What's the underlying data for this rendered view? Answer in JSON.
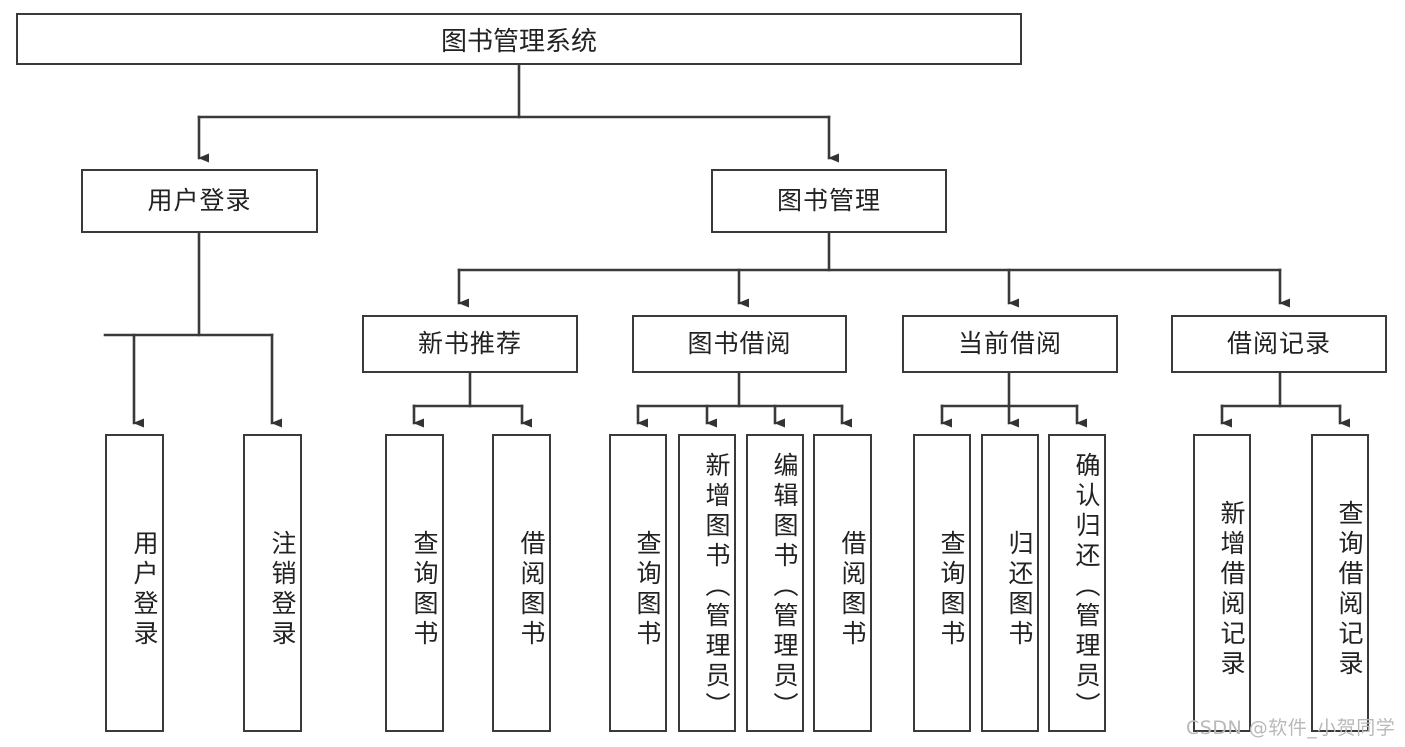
{
  "diagram": {
    "title": "图书管理系统",
    "type": "hierarchy-tree",
    "root": {
      "id": "root",
      "label": "图书管理系统",
      "level": 0
    },
    "level2": [
      {
        "id": "user-login",
        "label": "用户登录",
        "level": 1
      },
      {
        "id": "book-management",
        "label": "图书管理",
        "level": 1
      }
    ],
    "level3": [
      {
        "id": "new-book-recommend",
        "label": "新书推荐",
        "parent": "book-management",
        "level": 2
      },
      {
        "id": "book-borrow",
        "label": "图书借阅",
        "parent": "book-management",
        "level": 2
      },
      {
        "id": "current-borrow",
        "label": "当前借阅",
        "parent": "book-management",
        "level": 2
      },
      {
        "id": "borrow-record",
        "label": "借阅记录",
        "parent": "book-management",
        "level": 2
      }
    ],
    "leaves": [
      {
        "id": "leaf-user-login",
        "label": "用户登录",
        "parent": "user-login",
        "level": 3
      },
      {
        "id": "leaf-user-logout",
        "label": "注销登录",
        "parent": "user-login",
        "level": 3
      },
      {
        "id": "leaf-query-book-1",
        "label": "查询图书",
        "parent": "new-book-recommend",
        "level": 3
      },
      {
        "id": "leaf-borrow-book-1",
        "label": "借阅图书",
        "parent": "new-book-recommend",
        "level": 3
      },
      {
        "id": "leaf-query-book-2",
        "label": "查询图书",
        "parent": "book-borrow",
        "level": 3
      },
      {
        "id": "leaf-add-book",
        "label": "新增图书（管理员）",
        "parent": "book-borrow",
        "level": 3
      },
      {
        "id": "leaf-edit-book",
        "label": "编辑图书（管理员）",
        "parent": "book-borrow",
        "level": 3
      },
      {
        "id": "leaf-borrow-book-2",
        "label": "借阅图书",
        "parent": "book-borrow",
        "level": 3
      },
      {
        "id": "leaf-query-book-3",
        "label": "查询图书",
        "parent": "current-borrow",
        "level": 3
      },
      {
        "id": "leaf-return-book",
        "label": "归还图书",
        "parent": "current-borrow",
        "level": 3
      },
      {
        "id": "leaf-confirm-return",
        "label": "确认归还（管理员）",
        "parent": "current-borrow",
        "level": 3
      },
      {
        "id": "leaf-add-record",
        "label": "新增借阅记录",
        "parent": "borrow-record",
        "level": 3
      },
      {
        "id": "leaf-query-record",
        "label": "查询借阅记录",
        "parent": "borrow-record",
        "level": 3
      }
    ],
    "watermark": "CSDN @软件_小贺同学",
    "colors": {
      "box_border": "#3a3a3a",
      "box_fill": "#ffffff",
      "text": "#222222",
      "connector": "#3a3a3a",
      "watermark": "#b9b9b9",
      "background": "#ffffff"
    }
  }
}
